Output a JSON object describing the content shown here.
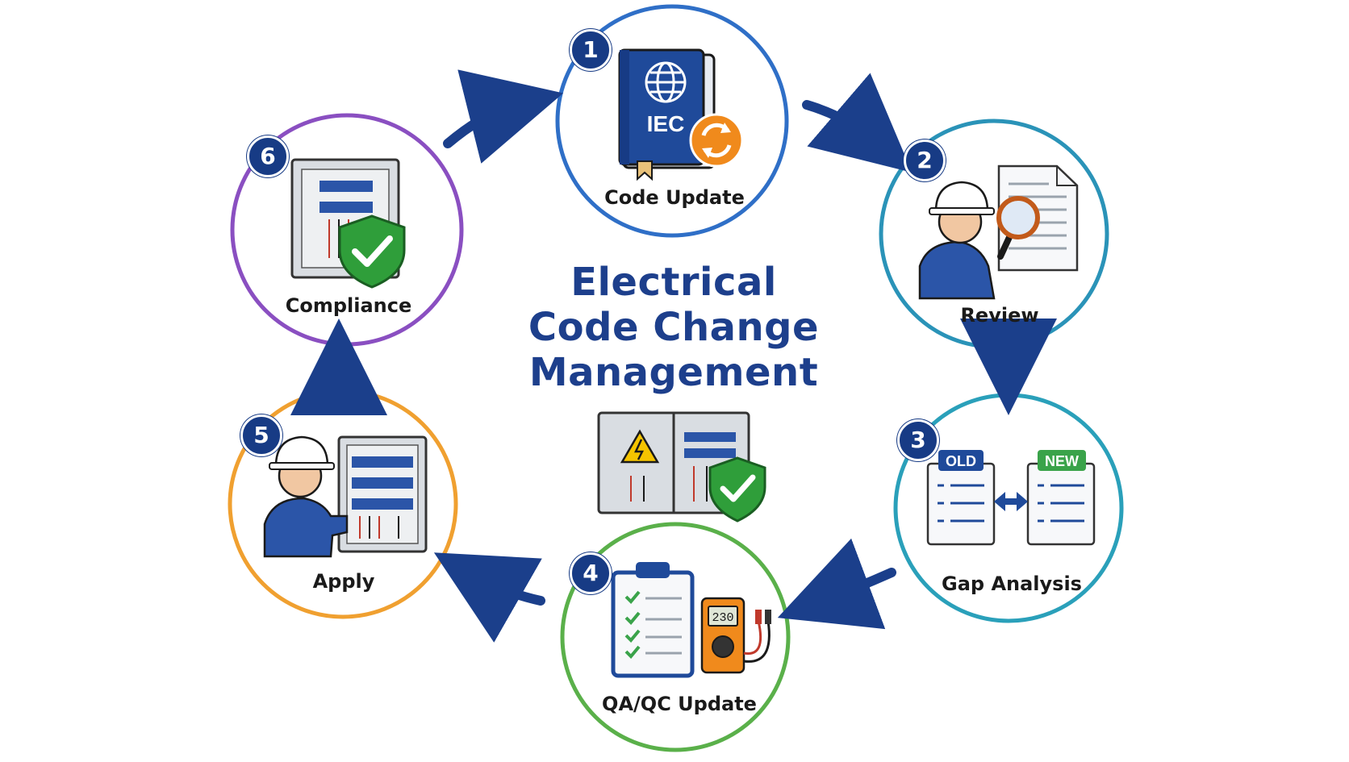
{
  "title_lines": [
    "Electrical",
    "Code Change",
    "Management"
  ],
  "steps": [
    {
      "number": "1",
      "label": "Code Update",
      "color": "#2f6fc7"
    },
    {
      "number": "2",
      "label": "Review",
      "color": "#2a93b8"
    },
    {
      "number": "3",
      "label": "Gap Analysis",
      "color": "#2aa0ba"
    },
    {
      "number": "4",
      "label": "QA/QC Update",
      "color": "#5ab04a"
    },
    {
      "number": "5",
      "label": "Apply",
      "color": "#f0a030"
    },
    {
      "number": "6",
      "label": "Compliance",
      "color": "#8a4fc1"
    }
  ],
  "icon_text": {
    "book": "IEC",
    "old_tag": "OLD",
    "new_tag": "NEW",
    "meter_reading": "230"
  },
  "colors": {
    "navy": "#173b85",
    "arrow": "#1b3f8b",
    "title": "#1d3f8c",
    "shield_green": "#2f9e3a",
    "orange": "#f08a1c"
  },
  "icons": [
    "globe-icon",
    "refresh-icon",
    "worker-icon",
    "magnifier-icon",
    "document-icon",
    "compare-arrows-icon",
    "clipboard-icon",
    "multimeter-icon",
    "electrical-panel-icon",
    "shield-check-icon",
    "warning-icon"
  ]
}
